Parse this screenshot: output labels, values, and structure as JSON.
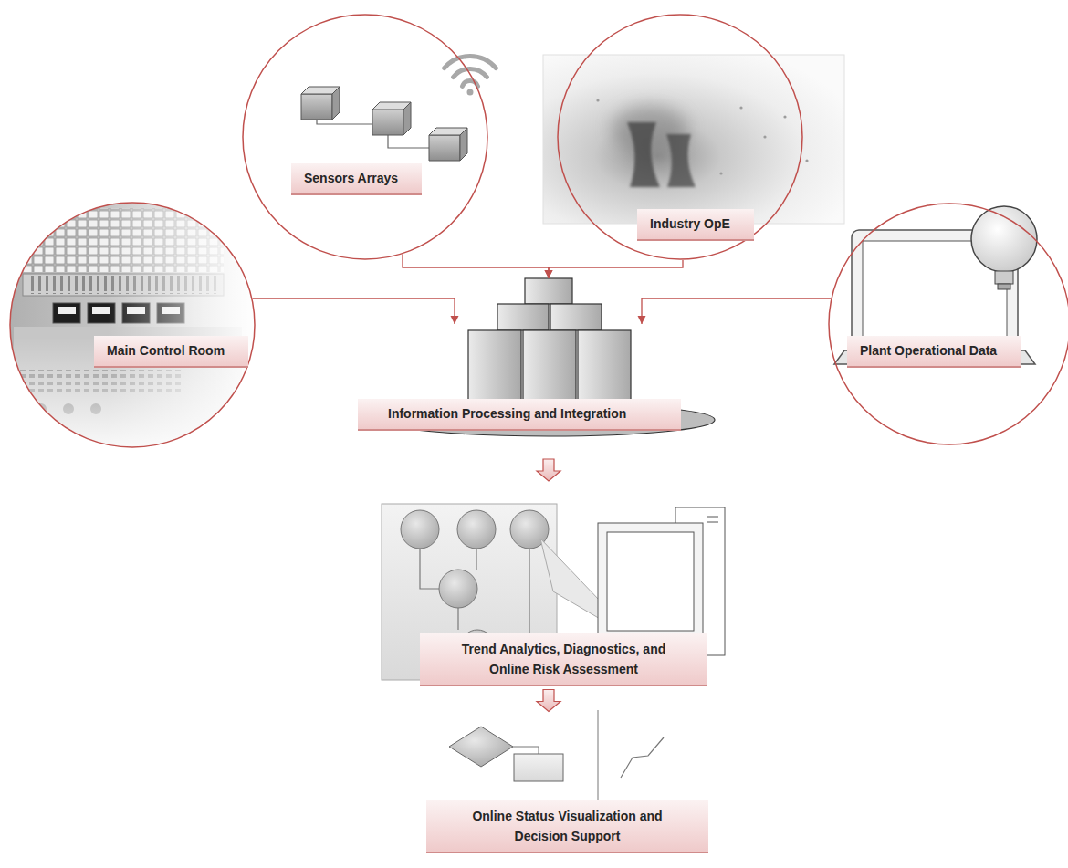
{
  "diagram": {
    "nodes": [
      {
        "text": [
          "Sensors Arrays"
        ]
      },
      {
        "text": [
          "Industry OpE"
        ]
      },
      {
        "text": [
          "Main Control Room"
        ]
      },
      {
        "text": [
          "Plant Operational Data"
        ]
      },
      {
        "text": [
          "Information Processing and Integration"
        ]
      },
      {
        "text": [
          "Trend Analytics, Diagnostics, and Online Risk Assessment"
        ]
      },
      {
        "text": [
          "Online Status Visualization and Decision Support"
        ]
      }
    ],
    "edges": [
      {
        "from": 0,
        "to": 4,
        "arrow": "to"
      },
      {
        "from": 1,
        "to": 4,
        "arrow": "to"
      },
      {
        "from": 2,
        "to": 4,
        "arrow": "to"
      },
      {
        "from": 3,
        "to": 4,
        "arrow": "to"
      },
      {
        "from": 4,
        "to": 5,
        "arrow": "to"
      },
      {
        "from": 5,
        "to": 6,
        "arrow": "to"
      }
    ]
  }
}
